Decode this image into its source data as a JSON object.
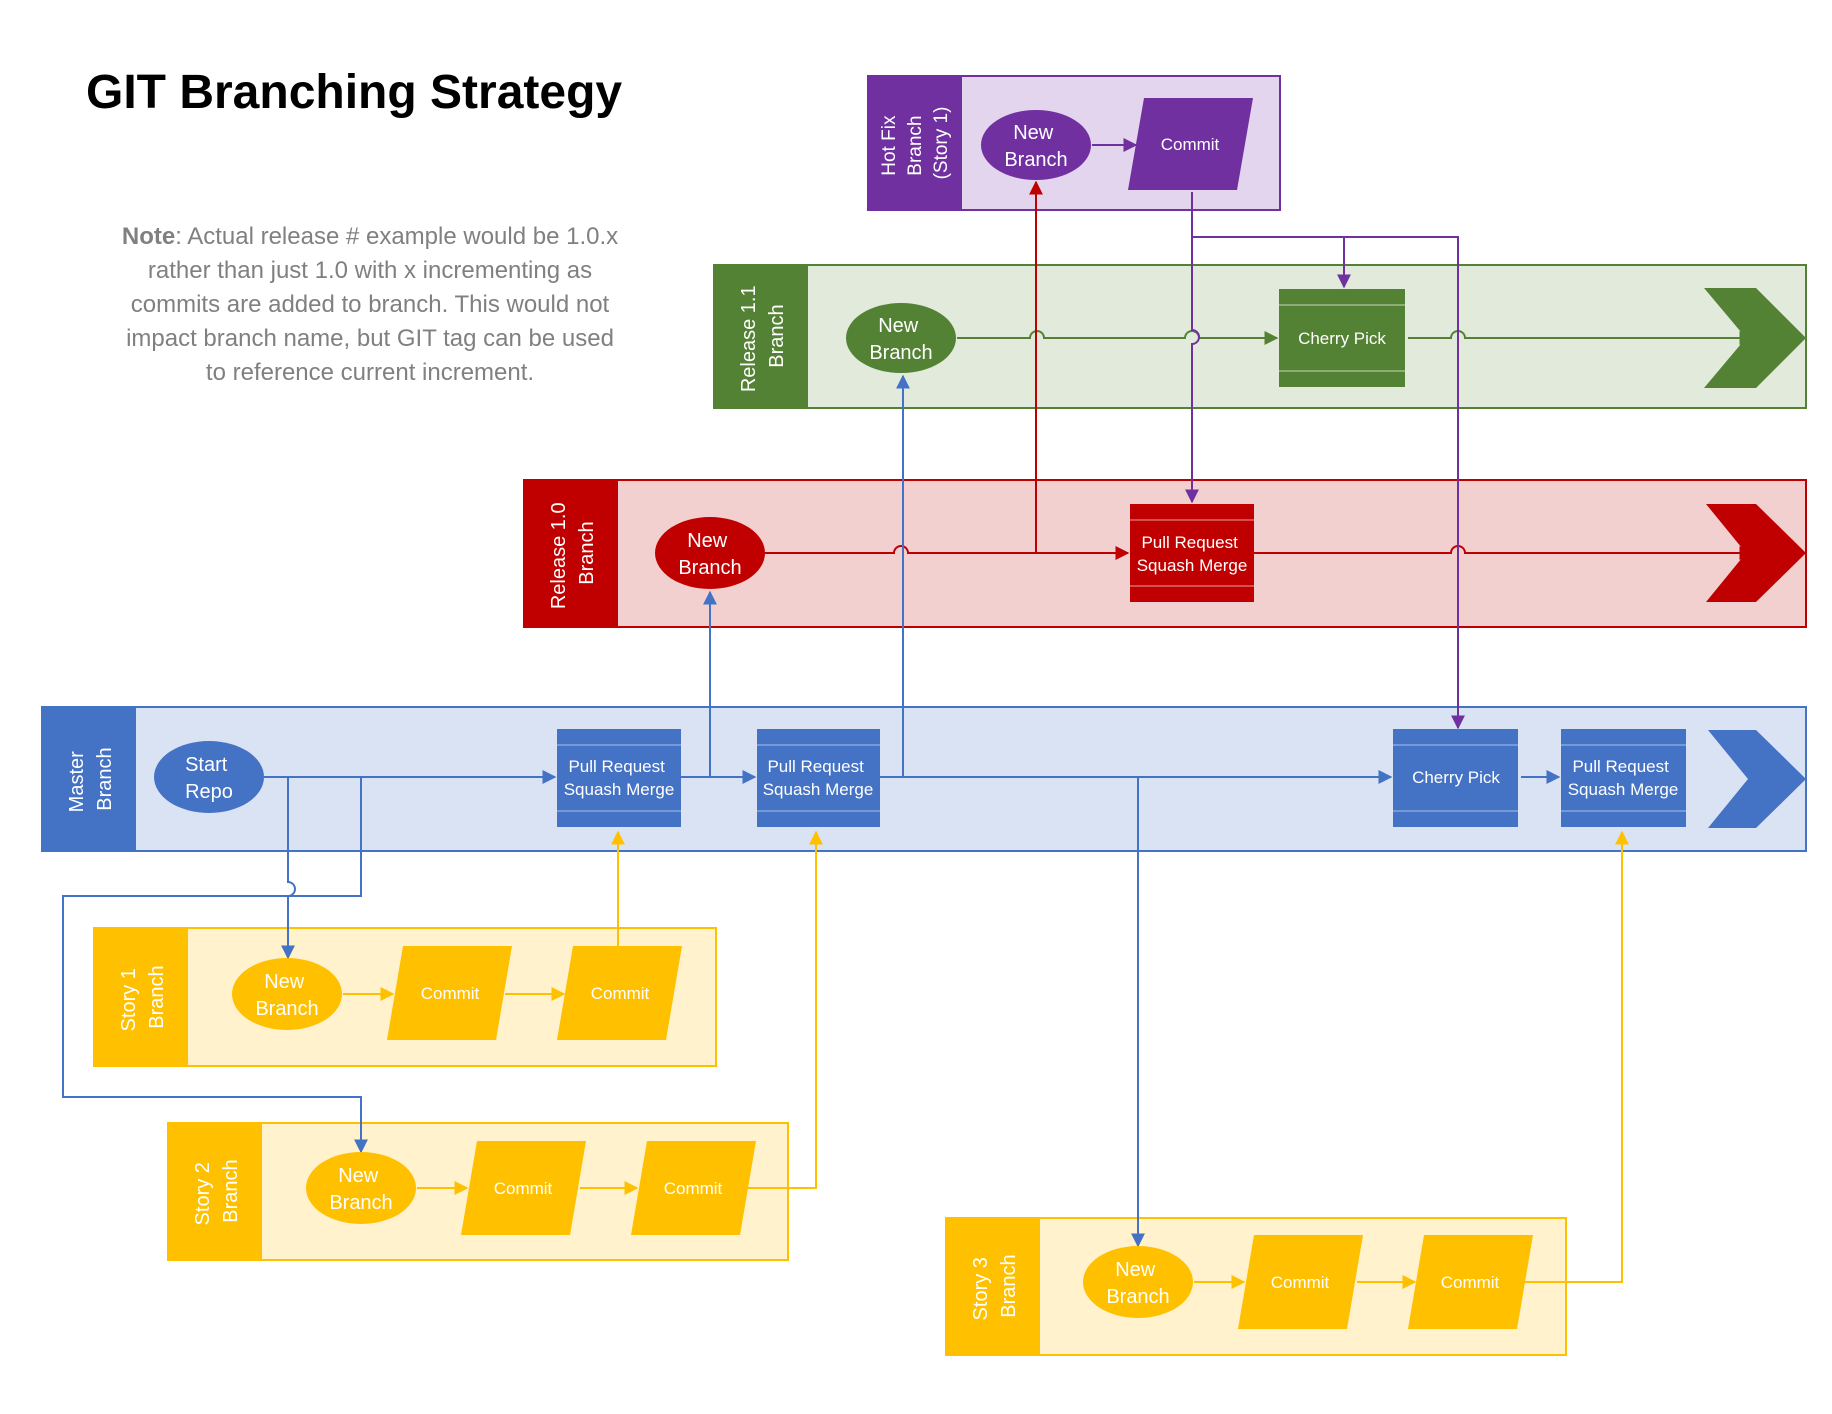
{
  "title": "GIT Branching Strategy",
  "note": {
    "bold": "Note",
    "lines": [
      ": Actual release # example would be 1.0.x",
      "rather than just 1.0 with x incrementing as",
      "commits are added to branch.  This would not",
      "impact branch name, but GIT tag can be used",
      "to reference current increment."
    ]
  },
  "colors": {
    "purple": "#7030a0",
    "purple_bg": "#e4d5ee",
    "green": "#548235",
    "green_bg": "#e2eadb",
    "red": "#c00000",
    "red_bg": "#f3d0d0",
    "blue": "#4472c4",
    "blue_bg": "#dae3f3",
    "yellow": "#ffc000",
    "yellow_bg": "#fff2cc",
    "note": "#808080"
  },
  "lanes": {
    "hotfix": [
      "Hot Fix",
      "Branch",
      "(Story 1)"
    ],
    "release11": [
      "Release 1.1",
      "Branch"
    ],
    "release10": [
      "Release 1.0",
      "Branch"
    ],
    "master": [
      "Master",
      "Branch"
    ],
    "story1": [
      "Story 1",
      "Branch"
    ],
    "story2": [
      "Story 2",
      "Branch"
    ],
    "story3": [
      "Story 3",
      "Branch"
    ]
  },
  "nodes": {
    "hotfix_new": [
      "New",
      "Branch"
    ],
    "hotfix_commit": [
      "Commit"
    ],
    "r11_new": [
      "New",
      "Branch"
    ],
    "r11_cherry": [
      "Cherry Pick"
    ],
    "r10_new": [
      "New",
      "Branch"
    ],
    "r10_pr": [
      "Pull Request",
      "Squash Merge"
    ],
    "master_start": [
      "Start",
      "Repo"
    ],
    "master_pr1": [
      "Pull Request",
      "Squash Merge"
    ],
    "master_pr2": [
      "Pull Request",
      "Squash Merge"
    ],
    "master_cherry": [
      "Cherry Pick"
    ],
    "master_pr3": [
      "Pull Request",
      "Squash Merge"
    ],
    "s1_new": [
      "New",
      "Branch"
    ],
    "s1_c1": [
      "Commit"
    ],
    "s1_c2": [
      "Commit"
    ],
    "s2_new": [
      "New",
      "Branch"
    ],
    "s2_c1": [
      "Commit"
    ],
    "s2_c2": [
      "Commit"
    ],
    "s3_new": [
      "New",
      "Branch"
    ],
    "s3_c1": [
      "Commit"
    ],
    "s3_c2": [
      "Commit"
    ]
  }
}
